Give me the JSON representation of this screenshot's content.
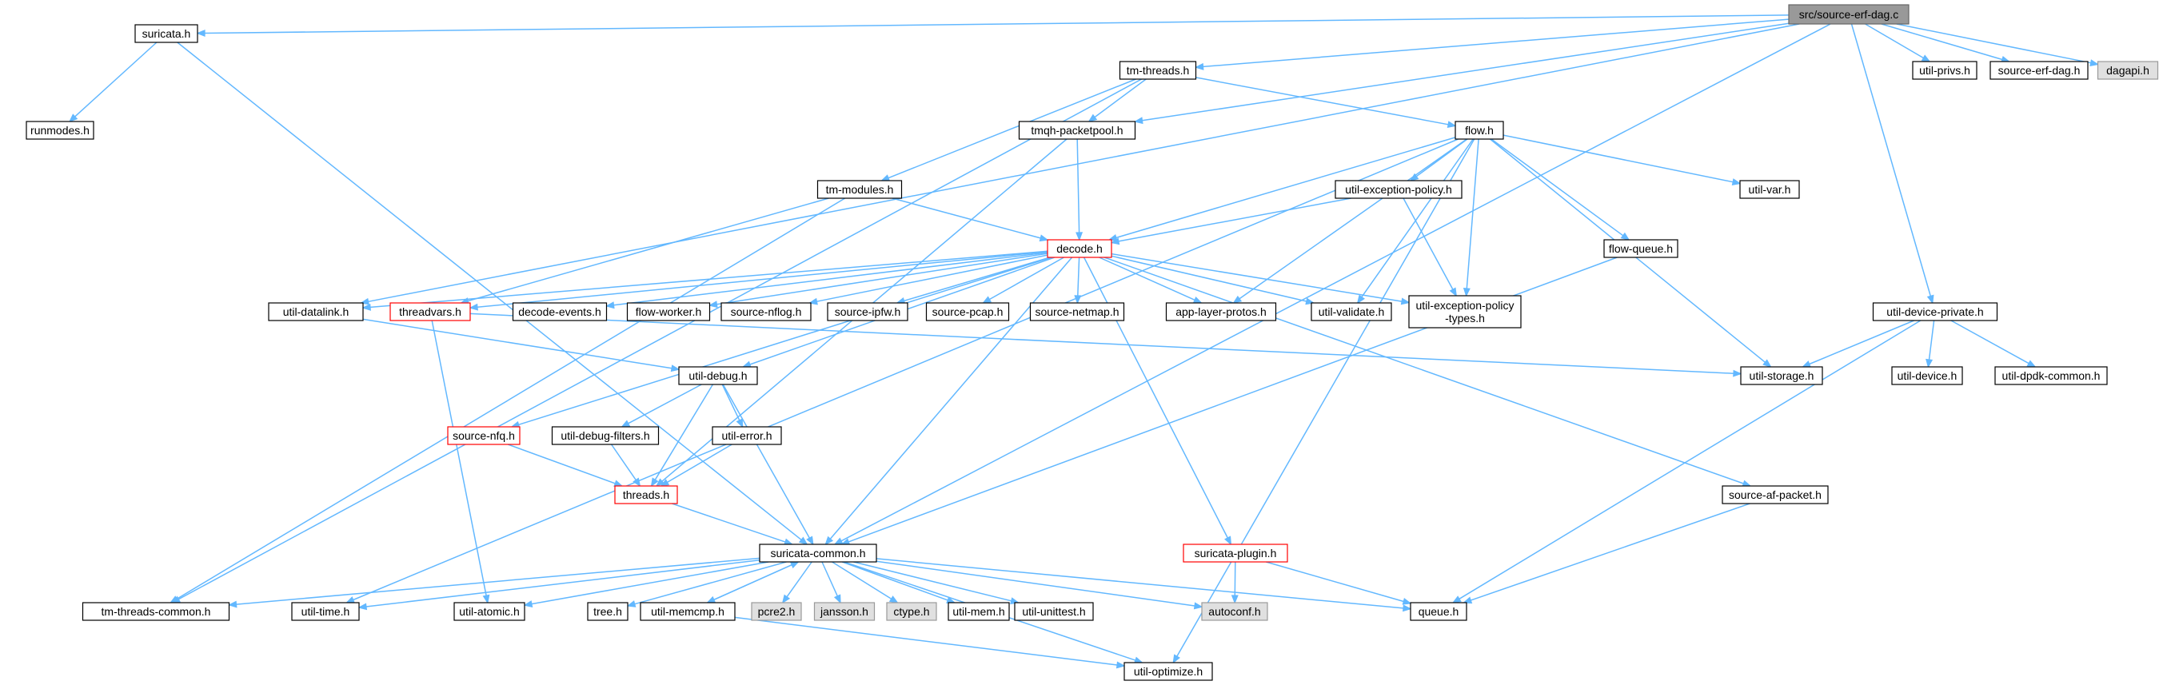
{
  "colors": {
    "edge": "#63b8ff",
    "node_border": "#000000",
    "node_fill": "#ffffff",
    "root_fill": "#999999",
    "root_border": "#666666",
    "system_fill": "#e0e0e0",
    "system_border": "#999999",
    "highlight_border": "#ff0000",
    "text": "#000000"
  },
  "nodes": [
    {
      "id": "root",
      "label": "src/source-erf-dag.c",
      "style": "root"
    },
    {
      "id": "suricata",
      "label": "suricata.h"
    },
    {
      "id": "runmodes",
      "label": "runmodes.h"
    },
    {
      "id": "tmthreads",
      "label": "tm-threads.h"
    },
    {
      "id": "tmqh",
      "label": "tmqh-packetpool.h"
    },
    {
      "id": "flow",
      "label": "flow.h"
    },
    {
      "id": "tmmodules",
      "label": "tm-modules.h"
    },
    {
      "id": "utilexc",
      "label": "util-exception-policy.h"
    },
    {
      "id": "utilvar",
      "label": "util-var.h"
    },
    {
      "id": "utilprivs",
      "label": "util-privs.h"
    },
    {
      "id": "sourceerfdag",
      "label": "source-erf-dag.h"
    },
    {
      "id": "dagapi",
      "label": "dagapi.h",
      "style": "system"
    },
    {
      "id": "flowqueue",
      "label": "flow-queue.h"
    },
    {
      "id": "decode",
      "label": "decode.h",
      "style": "highlight"
    },
    {
      "id": "utildatalink",
      "label": "util-datalink.h"
    },
    {
      "id": "threadvars",
      "label": "threadvars.h",
      "style": "highlight"
    },
    {
      "id": "decodeevents",
      "label": "decode-events.h"
    },
    {
      "id": "flowworker",
      "label": "flow-worker.h"
    },
    {
      "id": "sourcenflog",
      "label": "source-nflog.h"
    },
    {
      "id": "sourceipfw",
      "label": "source-ipfw.h"
    },
    {
      "id": "sourcepcap",
      "label": "source-pcap.h"
    },
    {
      "id": "sourcenetmap",
      "label": "source-netmap.h"
    },
    {
      "id": "applayer",
      "label": "app-layer-protos.h"
    },
    {
      "id": "utilvalidate",
      "label": "util-validate.h"
    },
    {
      "id": "utilexctypes",
      "label": "util-exception-policy\n-types.h"
    },
    {
      "id": "utildevpriv",
      "label": "util-device-private.h"
    },
    {
      "id": "utildebug",
      "label": "util-debug.h"
    },
    {
      "id": "utilstorage",
      "label": "util-storage.h"
    },
    {
      "id": "utildevice",
      "label": "util-device.h"
    },
    {
      "id": "utildpdk",
      "label": "util-dpdk-common.h"
    },
    {
      "id": "sourcenfq",
      "label": "source-nfq.h",
      "style": "highlight"
    },
    {
      "id": "utildebugfilters",
      "label": "util-debug-filters.h"
    },
    {
      "id": "utilerror",
      "label": "util-error.h"
    },
    {
      "id": "threads",
      "label": "threads.h",
      "style": "highlight"
    },
    {
      "id": "sourceafpacket",
      "label": "source-af-packet.h"
    },
    {
      "id": "suricatacommon",
      "label": "suricata-common.h"
    },
    {
      "id": "suricataplugin",
      "label": "suricata-plugin.h",
      "style": "highlight"
    },
    {
      "id": "tmthreadscommon",
      "label": "tm-threads-common.h"
    },
    {
      "id": "utiltime",
      "label": "util-time.h"
    },
    {
      "id": "utilatomic",
      "label": "util-atomic.h"
    },
    {
      "id": "tree",
      "label": "tree.h"
    },
    {
      "id": "utilmemcmp",
      "label": "util-memcmp.h"
    },
    {
      "id": "pcre2",
      "label": "pcre2.h",
      "style": "system"
    },
    {
      "id": "jansson",
      "label": "jansson.h",
      "style": "system"
    },
    {
      "id": "ctype",
      "label": "ctype.h",
      "style": "system"
    },
    {
      "id": "utilmem",
      "label": "util-mem.h"
    },
    {
      "id": "utilunittest",
      "label": "util-unittest.h"
    },
    {
      "id": "autoconf",
      "label": "autoconf.h",
      "style": "system"
    },
    {
      "id": "queue",
      "label": "queue.h"
    },
    {
      "id": "utiloptimize",
      "label": "util-optimize.h"
    }
  ],
  "edges": [
    [
      "root",
      "suricata"
    ],
    [
      "root",
      "utildatalink"
    ],
    [
      "root",
      "tmthreads"
    ],
    [
      "root",
      "tmqh"
    ],
    [
      "root",
      "suricatacommon"
    ],
    [
      "root",
      "utildevpriv"
    ],
    [
      "root",
      "utilprivs"
    ],
    [
      "root",
      "sourceerfdag"
    ],
    [
      "root",
      "dagapi"
    ],
    [
      "suricata",
      "runmodes"
    ],
    [
      "suricata",
      "suricatacommon"
    ],
    [
      "tmthreads",
      "tmqh"
    ],
    [
      "tmthreads",
      "flow"
    ],
    [
      "tmthreads",
      "tmmodules"
    ],
    [
      "tmthreads",
      "tmthreadscommon"
    ],
    [
      "tmqh",
      "decode"
    ],
    [
      "tmqh",
      "threads"
    ],
    [
      "flow",
      "decode"
    ],
    [
      "flow",
      "utilexc"
    ],
    [
      "flow",
      "utilvar"
    ],
    [
      "flow",
      "flowqueue"
    ],
    [
      "flow",
      "applayer"
    ],
    [
      "flow",
      "utilvalidate"
    ],
    [
      "flow",
      "utilexctypes"
    ],
    [
      "flow",
      "utilstorage"
    ],
    [
      "flow",
      "utiltime"
    ],
    [
      "flow",
      "utiloptimize"
    ],
    [
      "tmmodules",
      "decode"
    ],
    [
      "tmmodules",
      "threadvars"
    ],
    [
      "tmmodules",
      "tmthreadscommon"
    ],
    [
      "utilexc",
      "decode"
    ],
    [
      "utilexc",
      "utilexctypes"
    ],
    [
      "flowqueue",
      "suricatacommon"
    ],
    [
      "decode",
      "utildatalink"
    ],
    [
      "decode",
      "threadvars"
    ],
    [
      "decode",
      "decodeevents"
    ],
    [
      "decode",
      "flowworker"
    ],
    [
      "decode",
      "sourcenflog"
    ],
    [
      "decode",
      "sourceipfw"
    ],
    [
      "decode",
      "sourcepcap"
    ],
    [
      "decode",
      "sourcenetmap"
    ],
    [
      "decode",
      "applayer"
    ],
    [
      "decode",
      "utilvalidate"
    ],
    [
      "decode",
      "utilexctypes"
    ],
    [
      "decode",
      "sourcenfq"
    ],
    [
      "decode",
      "utildebug"
    ],
    [
      "decode",
      "sourceafpacket"
    ],
    [
      "decode",
      "suricatacommon"
    ],
    [
      "decode",
      "suricataplugin"
    ],
    [
      "utildatalink",
      "utildebug"
    ],
    [
      "threadvars",
      "utilstorage"
    ],
    [
      "threadvars",
      "utilatomic"
    ],
    [
      "utildevpriv",
      "utilstorage"
    ],
    [
      "utildevpriv",
      "utildevice"
    ],
    [
      "utildevpriv",
      "utildpdk"
    ],
    [
      "utildevpriv",
      "queue"
    ],
    [
      "utildebug",
      "utildebugfilters"
    ],
    [
      "utildebug",
      "utilerror"
    ],
    [
      "utildebug",
      "threads"
    ],
    [
      "utildebug",
      "suricatacommon"
    ],
    [
      "sourcenfq",
      "threads"
    ],
    [
      "utildebugfilters",
      "threads"
    ],
    [
      "utilerror",
      "threads"
    ],
    [
      "threads",
      "suricatacommon"
    ],
    [
      "sourceafpacket",
      "queue"
    ],
    [
      "suricataplugin",
      "autoconf"
    ],
    [
      "suricataplugin",
      "queue"
    ],
    [
      "suricatacommon",
      "tmthreadscommon"
    ],
    [
      "suricatacommon",
      "utiltime"
    ],
    [
      "suricatacommon",
      "utilatomic"
    ],
    [
      "suricatacommon",
      "tree"
    ],
    [
      "suricatacommon",
      "utilmemcmp"
    ],
    [
      "suricatacommon",
      "pcre2"
    ],
    [
      "suricatacommon",
      "jansson"
    ],
    [
      "suricatacommon",
      "ctype"
    ],
    [
      "suricatacommon",
      "utilmem"
    ],
    [
      "suricatacommon",
      "utilunittest"
    ],
    [
      "suricatacommon",
      "autoconf"
    ],
    [
      "suricatacommon",
      "queue"
    ],
    [
      "suricatacommon",
      "utiloptimize"
    ],
    [
      "utilmemcmp",
      "suricatacommon"
    ],
    [
      "utilmemcmp",
      "utiloptimize"
    ]
  ]
}
